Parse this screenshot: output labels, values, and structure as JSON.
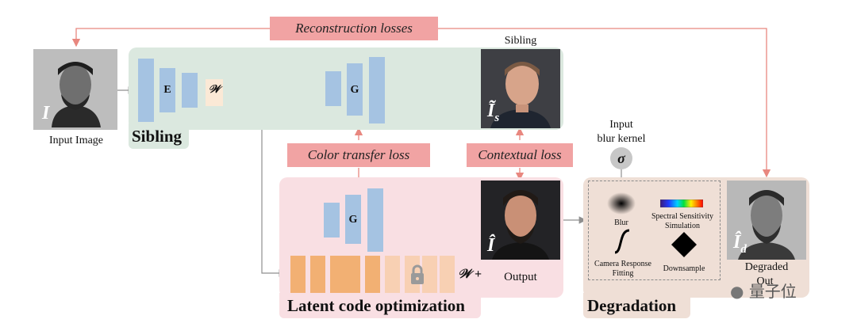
{
  "losses": {
    "reconstruction": "Reconstruction losses",
    "color_transfer": "Color transfer loss",
    "contextual": "Contextual loss"
  },
  "sections": {
    "sibling": "Sibling",
    "latent": "Latent code optimization",
    "degradation": "Degradation"
  },
  "input": {
    "caption": "Input Image",
    "symbol": "I"
  },
  "sibling_output": {
    "caption": "Sibling",
    "symbol": "Ĩ",
    "sub": "s"
  },
  "latent_output": {
    "caption": "Output",
    "symbol": "Î",
    "w_plus": "𝒲 +"
  },
  "degraded_output": {
    "caption": "Degraded",
    "caption_partial": "Out",
    "symbol": "Î",
    "sub": "d"
  },
  "network": {
    "encoder": "E",
    "generator": "G",
    "w_space": "𝒲"
  },
  "blur_kernel": {
    "label_line1": "Input",
    "label_line2": "blur kernel",
    "symbol": "σ"
  },
  "degradation_steps": {
    "blur": "Blur",
    "spectral_line1": "Spectral Sensitivity",
    "spectral_line2": "Simulation",
    "camera_line1": "Camera Response",
    "camera_line2": "Fitting",
    "downsample": "Downsample"
  },
  "watermark": "量子位",
  "colors": {
    "loss_fill": "#f1a3a3",
    "loss_arrow": "#e8877f",
    "net_blue": "#a5c3e2",
    "sibling_bg": "#dbe8df",
    "latent_bg": "#f9dfe3",
    "degradation_bg": "#efdfd6",
    "latent_cell_dark": "#f2b073",
    "latent_cell_light": "#f8d0b3"
  }
}
